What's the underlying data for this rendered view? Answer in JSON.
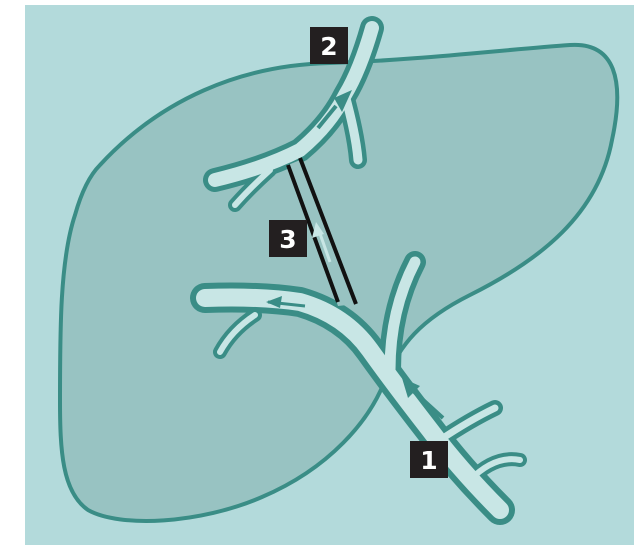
{
  "labels": {
    "marker_1": "1",
    "marker_2": "2",
    "marker_3": "3"
  },
  "colors": {
    "background": "#b3dadb",
    "liver_fill": "#98c3c2",
    "outline": "#3a8d86",
    "vessel_lumen": "#c8e6e5",
    "shunt": "#111111",
    "badge": "#231f20",
    "badge_text": "#ffffff"
  },
  "icons": {
    "arrow": "flow-arrow-icon"
  }
}
